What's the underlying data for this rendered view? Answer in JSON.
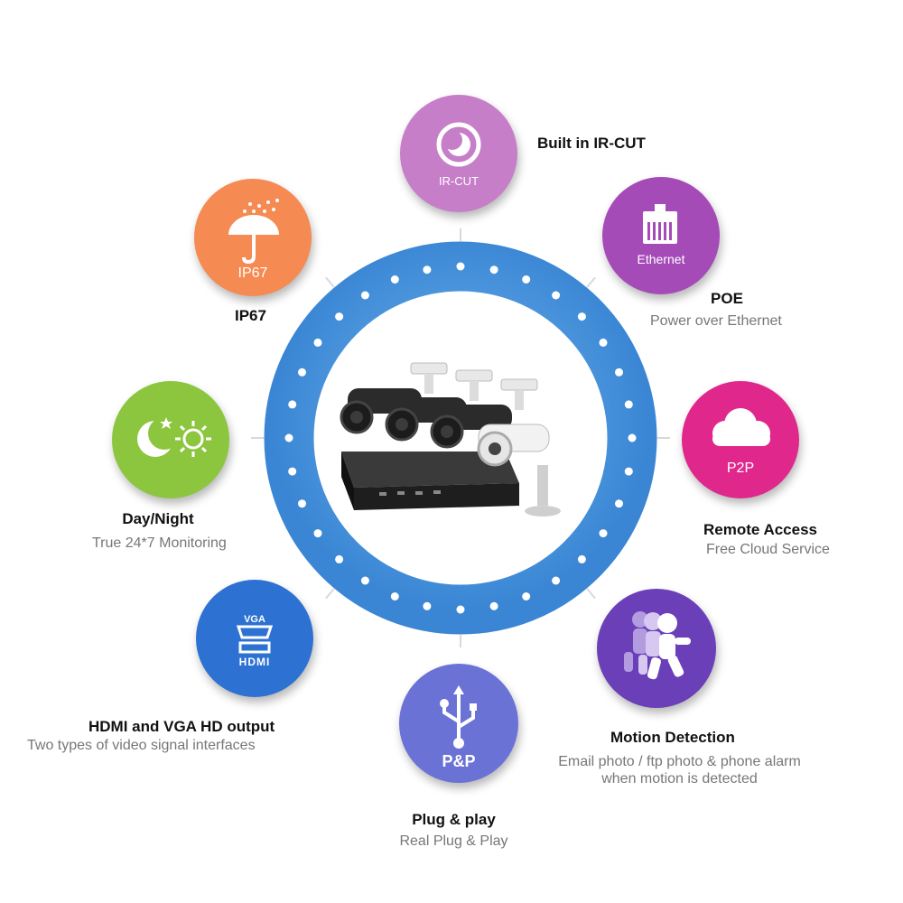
{
  "features": {
    "ircut": {
      "badge": "IR-CUT",
      "title": "Built in IR-CUT",
      "icon": "moon-circle-icon",
      "color": "#c77ec9"
    },
    "ethernet": {
      "badge": "Ethernet",
      "title": "POE",
      "subtitle": "Power over Ethernet",
      "icon": "ethernet-port-icon",
      "color": "#a54bb8"
    },
    "p2p": {
      "badge": "P2P",
      "title": "Remote Access",
      "subtitle": "Free Cloud Service",
      "icon": "cloud-icon",
      "color": "#e0288c"
    },
    "motion": {
      "badge_icon": "running-person-icon",
      "title": "Motion Detection",
      "subtitle_line1": "Email photo / ftp photo & phone alarm",
      "subtitle_line2": "when motion is detected",
      "color": "#6a3fb8"
    },
    "pnp": {
      "badge": "P&P",
      "title": "Plug & play",
      "subtitle": "Real Plug & Play",
      "icon": "usb-icon",
      "color": "#6b72d6"
    },
    "hdmi": {
      "badge_top": "VGA",
      "badge_bottom": "HDMI",
      "title": "HDMI and VGA HD output",
      "subtitle": "Two types of video signal interfaces",
      "icon": "vga-port-icon",
      "color": "#2d72d2"
    },
    "daynight": {
      "title": "Day/Night",
      "subtitle": "True 24*7 Monitoring",
      "icon": "moon-sun-icon",
      "color": "#8cc63f"
    },
    "ip67": {
      "badge": "IP67",
      "title": "IP67",
      "icon": "umbrella-rain-icon",
      "color": "#f58b52"
    }
  },
  "center": {
    "ring_color": "#4f9be0",
    "product": "cctv-camera-kit-image"
  }
}
